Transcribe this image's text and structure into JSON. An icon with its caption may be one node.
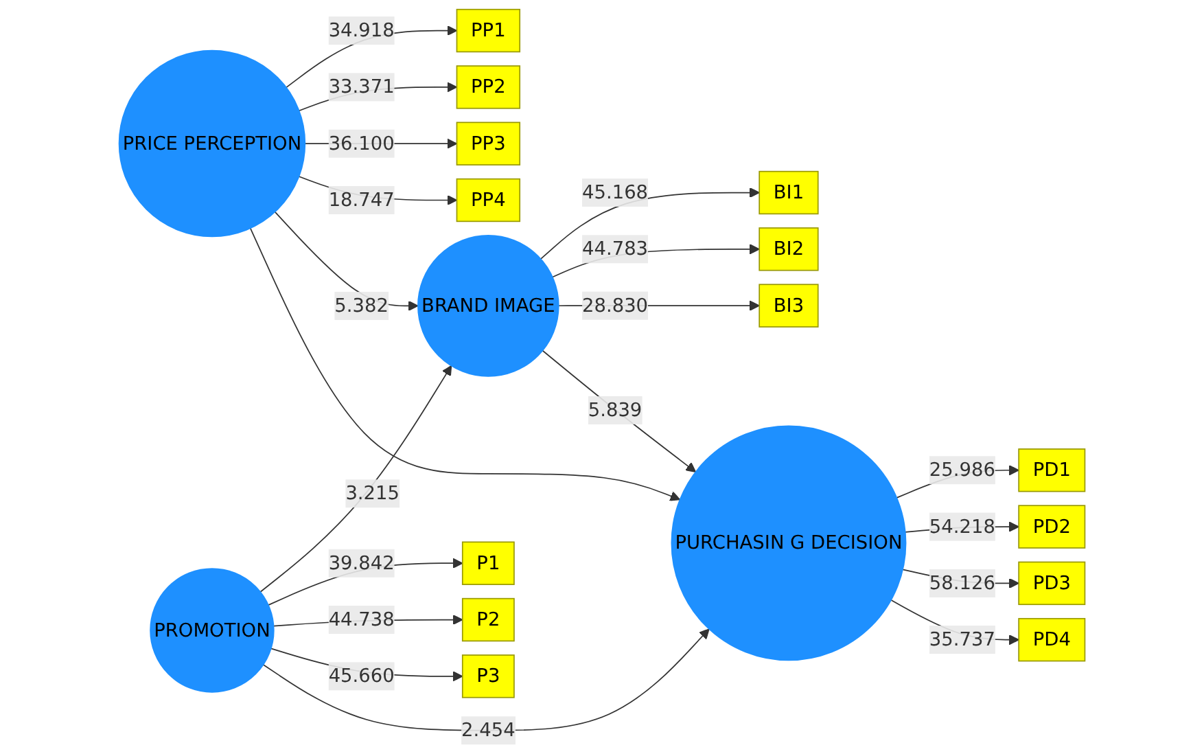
{
  "diagram": {
    "nodes": [
      {
        "text": [
          "PP1"
        ]
      },
      {
        "text": [
          "PP2"
        ]
      },
      {
        "text": [
          "PP3"
        ]
      },
      {
        "text": [
          "PP4"
        ]
      },
      {
        "text": [
          "PRICE PERCEPTION"
        ]
      },
      {
        "text": [
          "BRAND IMAGE"
        ]
      },
      {
        "text": [
          "BI1"
        ]
      },
      {
        "text": [
          "BI2"
        ]
      },
      {
        "text": [
          "BI3"
        ]
      },
      {
        "text": [
          "PD1"
        ]
      },
      {
        "text": [
          "PD2"
        ]
      },
      {
        "text": [
          "PD3"
        ]
      },
      {
        "text": [
          "PD4"
        ]
      },
      {
        "text": [
          "P1"
        ]
      },
      {
        "text": [
          "P2"
        ]
      },
      {
        "text": [
          "P3"
        ]
      },
      {
        "text": [
          "PROMOTION"
        ]
      },
      {
        "text": [
          "PURCHASIN G DECISION"
        ]
      }
    ],
    "edges": [
      {
        "from": 4,
        "to": 0,
        "arrow": "to",
        "label": "34.918"
      },
      {
        "from": 4,
        "to": 1,
        "arrow": "to",
        "label": "33.371"
      },
      {
        "from": 4,
        "to": 2,
        "arrow": "to",
        "label": "36.100"
      },
      {
        "from": 4,
        "to": 3,
        "arrow": "to",
        "label": "18.747"
      },
      {
        "from": 4,
        "to": 5,
        "arrow": "to",
        "label": "5.382"
      },
      {
        "from": 5,
        "to": 6,
        "arrow": "to",
        "label": "45.168"
      },
      {
        "from": 5,
        "to": 7,
        "arrow": "to",
        "label": "44.783"
      },
      {
        "from": 5,
        "to": 8,
        "arrow": "to",
        "label": "28.830"
      },
      {
        "from": 4,
        "to": 17,
        "arrow": "to"
      },
      {
        "from": 16,
        "to": 5,
        "arrow": "to",
        "label": "3.215"
      },
      {
        "from": 5,
        "to": 17,
        "arrow": "to",
        "label": "5.839"
      },
      {
        "from": 16,
        "to": 13,
        "arrow": "to",
        "label": "39.842"
      },
      {
        "from": 16,
        "to": 14,
        "arrow": "to",
        "label": "44.738"
      },
      {
        "from": 16,
        "to": 15,
        "arrow": "to",
        "label": "45.660"
      },
      {
        "from": 16,
        "to": 17,
        "arrow": "to",
        "label": "2.454"
      },
      {
        "from": 17,
        "to": 9,
        "arrow": "to",
        "label": "25.986"
      },
      {
        "from": 17,
        "to": 10,
        "arrow": "to",
        "label": "54.218"
      },
      {
        "from": 17,
        "to": 11,
        "arrow": "to",
        "label": "58.126"
      },
      {
        "from": 17,
        "to": 12,
        "arrow": "to",
        "label": "35.737"
      }
    ]
  }
}
